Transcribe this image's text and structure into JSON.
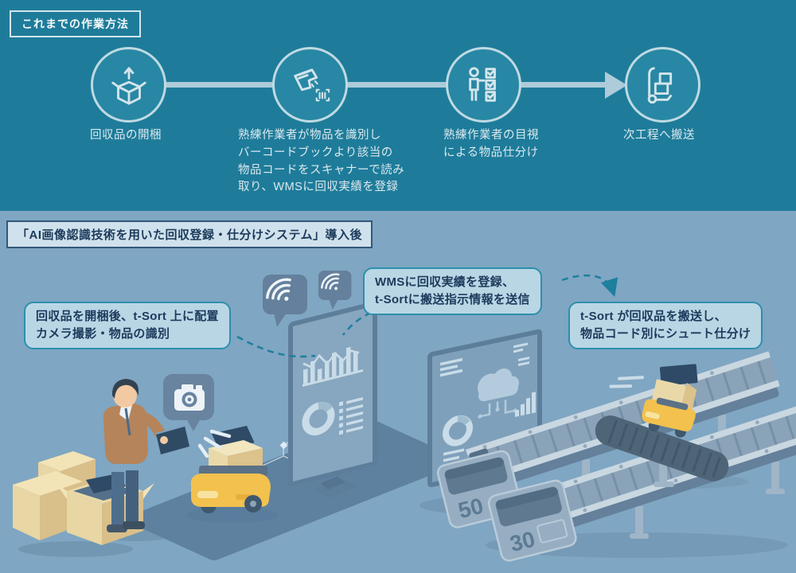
{
  "colors": {
    "top_background": "#1E7C9A",
    "bottom_background": "#7FA6C3",
    "accent_teal": "#2E8FAC",
    "navy_text": "#1E3A5C",
    "callout_bg": "#B9D6E5",
    "pale_icon": "#D3E5EC",
    "robot_yellow": "#F2C14E"
  },
  "top": {
    "title": "これまでの作業方法",
    "steps": [
      {
        "icon": "unbox-icon",
        "label": "回収品の開梱"
      },
      {
        "icon": "barcode-scanner-icon",
        "label": "熟練作業者が物品を識別し\nバーコードブックより該当の\n物品コードをスキャナーで読み\n取り、WMSに回収実績を登録"
      },
      {
        "icon": "visual-inspection-icon",
        "label": "熟練作業者の目視\nによる物品仕分け"
      },
      {
        "icon": "handtruck-icon",
        "label": "次工程へ搬送"
      }
    ]
  },
  "bottom": {
    "title": "「AI画像認識技術を用いた回収登録・仕分けシステム」導入後",
    "callout_place": "回収品を開梱後、t-Sort 上に配置\nカメラ撮影・物品の識別",
    "callout_wms": "WMSに回収実績を登録、\nt-Sortに搬送指示情報を送信",
    "callout_sort": "t-Sort が回収品を搬送し、\n物品コード別にシュート仕分け",
    "chute_bins": {
      "bin1": "50",
      "bin2": "30"
    },
    "illustration_icons": [
      "camera-icon",
      "wifi-icon",
      "dashboard-screen",
      "cloud-icon",
      "t-sort-robot",
      "conveyor",
      "chute-bin",
      "worker",
      "cardboard-boxes"
    ]
  }
}
